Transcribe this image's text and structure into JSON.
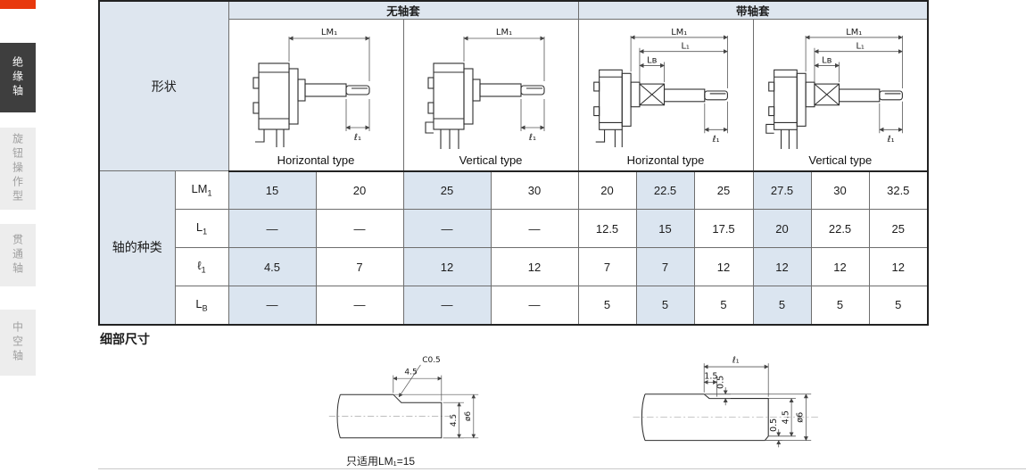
{
  "sidebar": {
    "accent_color": "#e8380d",
    "items": [
      {
        "id": "insulated-shaft",
        "label": "绝缘轴",
        "active": true
      },
      {
        "id": "knob-operated",
        "label": "旋钮操作型",
        "active": false
      },
      {
        "id": "through-shaft",
        "label": "贯通轴",
        "active": false
      },
      {
        "id": "hollow-shaft",
        "label": "中空轴",
        "active": false
      }
    ]
  },
  "spec": {
    "shape_label": "形状",
    "shaft_type_label": "轴的种类",
    "sections": [
      {
        "title": "无轴套",
        "types": [
          "Horizontal type",
          "Vertical type"
        ]
      },
      {
        "title": "带轴套",
        "types": [
          "Horizontal type",
          "Vertical type"
        ]
      }
    ],
    "rows": [
      {
        "label_main": "LM",
        "label_sub": "1",
        "values": [
          "15",
          "20",
          "25",
          "30",
          "20",
          "22.5",
          "25",
          "27.5",
          "30",
          "32.5"
        ]
      },
      {
        "label_main": "L",
        "label_sub": "1",
        "values": [
          "—",
          "—",
          "—",
          "—",
          "12.5",
          "15",
          "17.5",
          "20",
          "22.5",
          "25"
        ]
      },
      {
        "label_main": "ℓ",
        "label_sub": "1",
        "values": [
          "4.5",
          "7",
          "12",
          "12",
          "7",
          "7",
          "12",
          "12",
          "12",
          "12"
        ]
      },
      {
        "label_main": "L",
        "label_sub": "B",
        "values": [
          "—",
          "—",
          "—",
          "—",
          "5",
          "5",
          "5",
          "5",
          "5",
          "5"
        ]
      }
    ],
    "shaded_columns": [
      0,
      2,
      5,
      7
    ],
    "colors": {
      "header_bg": "#dee6ef",
      "cell_shade": "#dbe5f0"
    }
  },
  "drawings": {
    "dim_lm1": "LM₁",
    "dim_l1": "L₁",
    "dim_lb": "Lʙ",
    "dim_ell1": "ℓ₁"
  },
  "detail": {
    "title": "细部尺寸",
    "left": {
      "flat_length": "4.5",
      "chamfer": "C0.5",
      "flat_height": "4.5",
      "diameter": "ø6",
      "caption": "只适用LM₁=15"
    },
    "right": {
      "flat_length": "ℓ₁",
      "lead": "1.5",
      "step_top": "0.5",
      "step_bottom": "0.5",
      "flat_height": "4.5",
      "diameter": "ø6"
    }
  }
}
